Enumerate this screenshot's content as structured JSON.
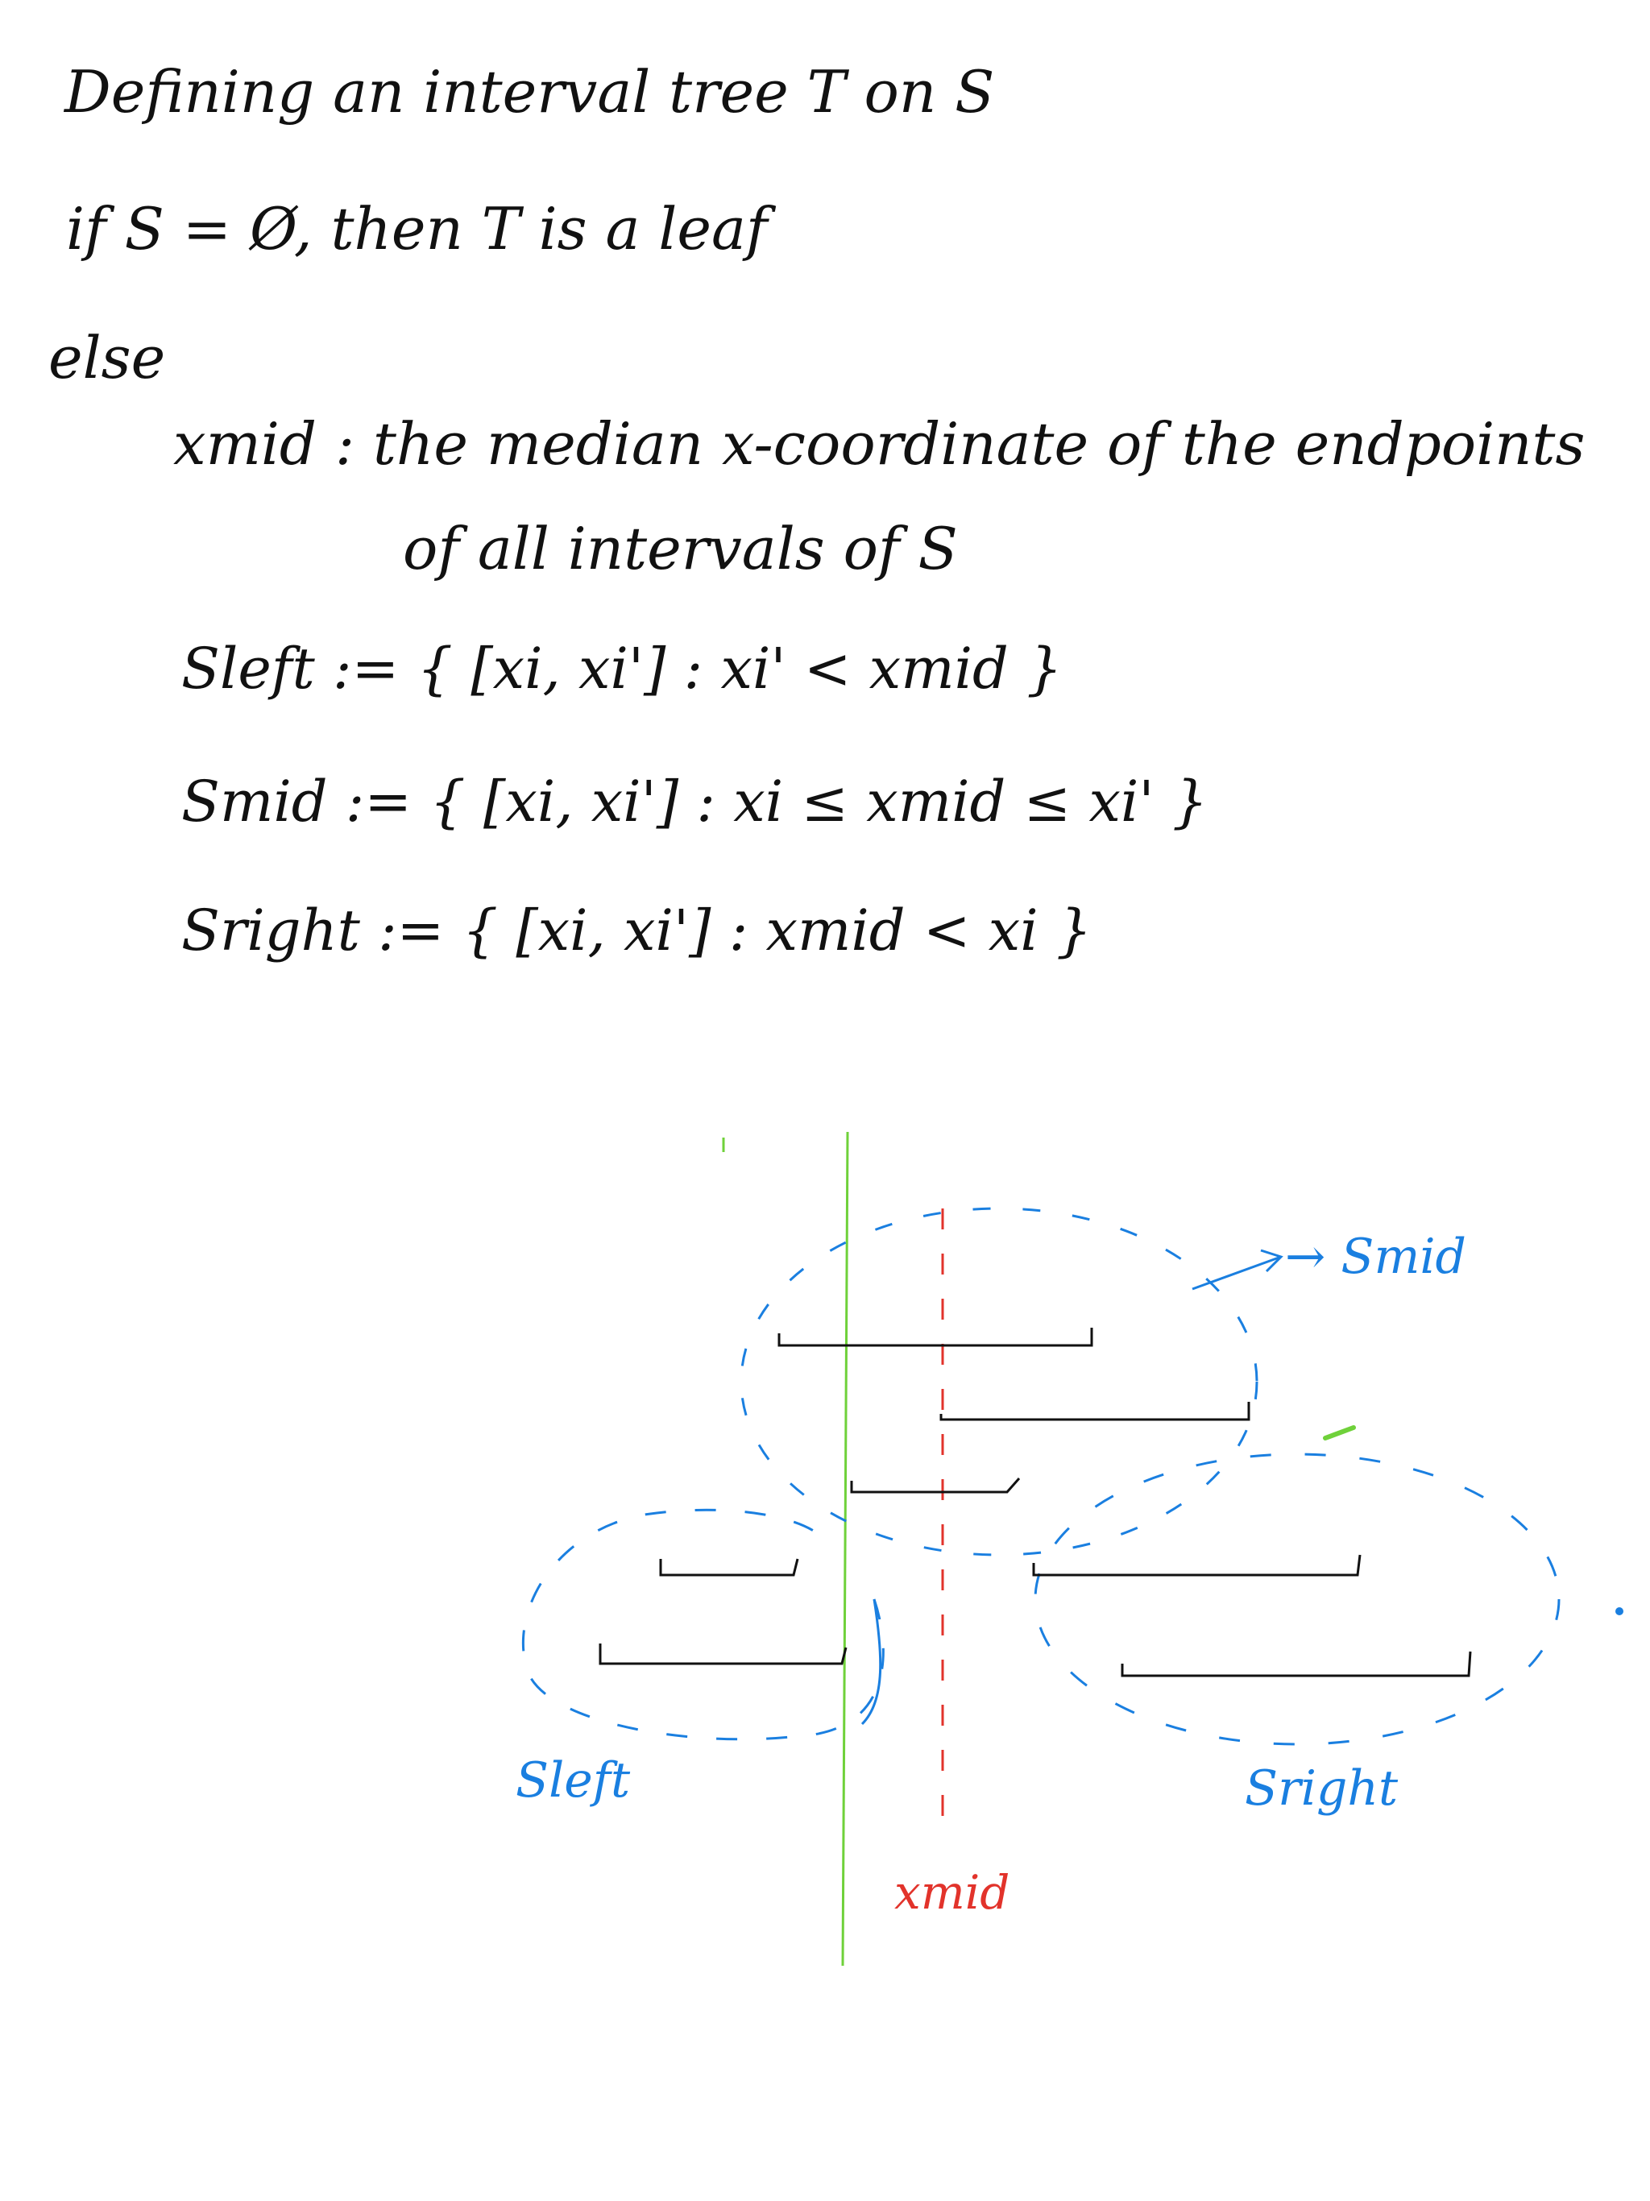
{
  "note": {
    "line1": "Defining an interval tree T on S",
    "line2": "if S = Ø, then T is a leaf",
    "line3": "else",
    "line4a": "xmid : the median x-coordinate of the endpoints",
    "line4b": "of all intervals of S",
    "sleft_def": "Sleft := { [xi, xi'] : xi' < xmid }",
    "smid_def": "Smid := { [xi, xi'] : xi ≤ xmid ≤ xi' }",
    "sright_def": "Sright := { [xi, xi'] : xmid < xi }"
  },
  "diagram": {
    "label_smid": "→ Smid",
    "label_sleft": "Sleft",
    "label_sright": "Sright",
    "label_xmid": "xmid",
    "colors": {
      "ink": "#111111",
      "set_outline": "#1a7fe0",
      "median_line": "#e2332b",
      "query_line": "#6fd13a"
    }
  }
}
